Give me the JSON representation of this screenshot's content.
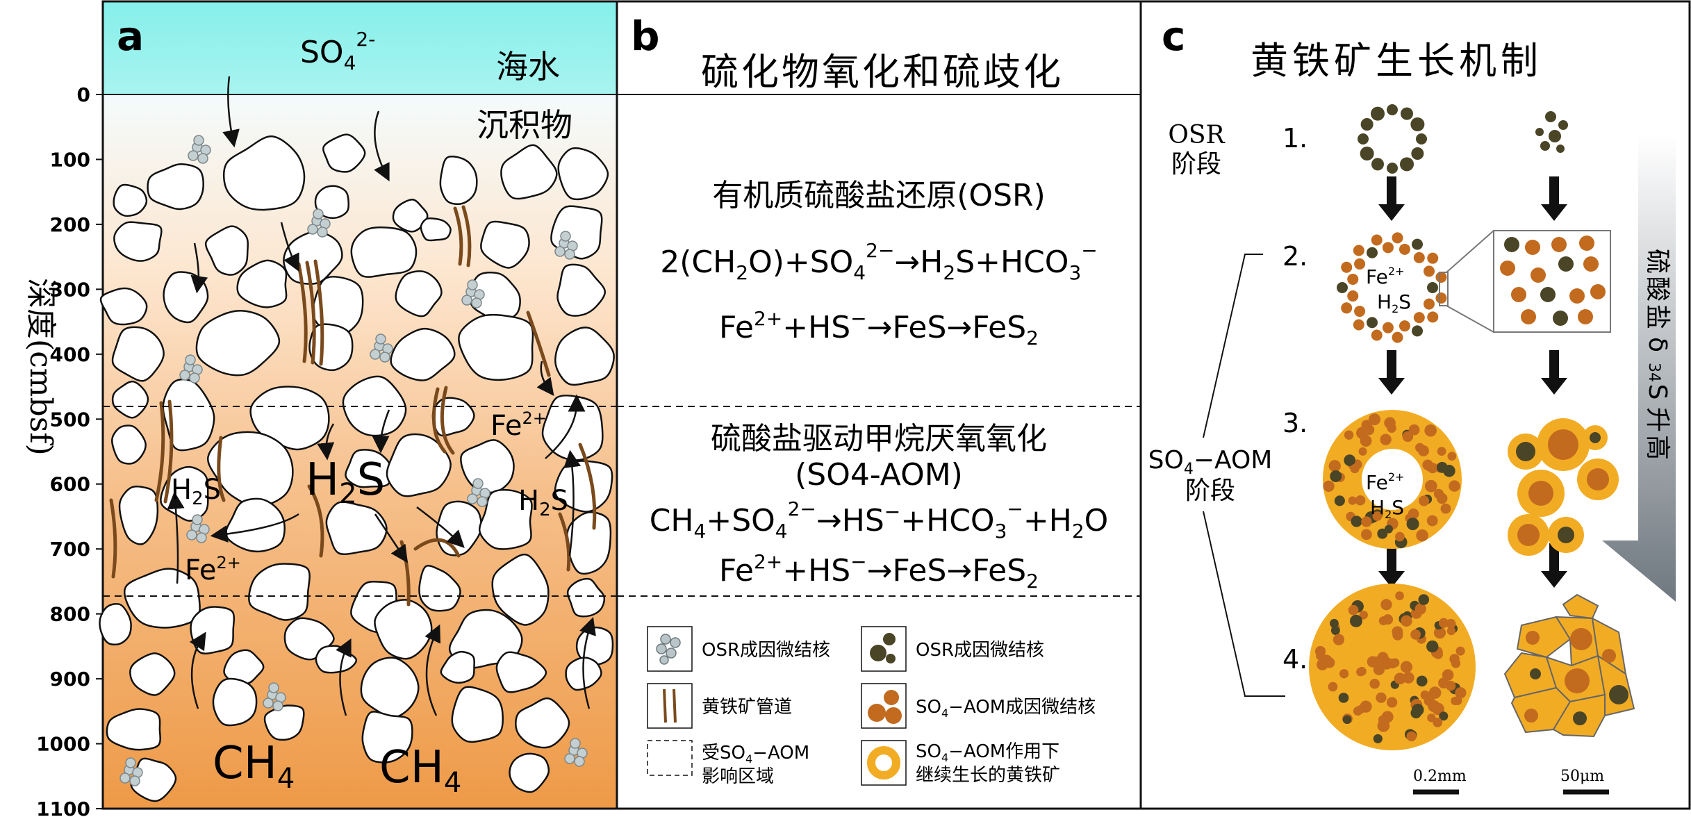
{
  "panel_a": {
    "letter": "a",
    "seawater_ion": "SO",
    "seawater_ion_sub": "4",
    "seawater_ion_sup": "2-",
    "seawater_label": "海水",
    "sediment_label": "沉积物",
    "y_axis_label": "深度(cmbsf)",
    "depth_ticks": [
      "0",
      "100",
      "200",
      "300",
      "400",
      "500",
      "600",
      "700",
      "800",
      "900",
      "1000",
      "1100"
    ],
    "h2s_labels": [
      "H",
      "H",
      "H"
    ],
    "h2s_sub": "2",
    "h2s_tail": "S",
    "fe_label": "Fe",
    "fe_sup": "2+",
    "ch4_main": "CH",
    "ch4_sub": "4"
  },
  "panel_b": {
    "letter": "b",
    "title": "硫化物氧化和硫歧化",
    "osr_title": "有机质硫酸盐还原(OSR)",
    "aom_title": "硫酸盐驱动甲烷厌氧氧化",
    "aom_subtitle": "(SO4-AOM)"
  },
  "panel_c": {
    "letter": "c",
    "title": "黄铁矿生长机制",
    "osr_stage": [
      "OSR",
      "阶段"
    ],
    "aom_stage": [
      "SO4-AOM",
      "阶段"
    ],
    "steps": [
      "1.",
      "2.",
      "3.",
      "4."
    ],
    "side_label_chars": [
      "硫",
      "酸",
      "盐",
      "δ",
      "34",
      "S",
      "升",
      "高"
    ],
    "scale_left": "0.2mm",
    "scale_right": "50μm"
  },
  "legend": {
    "items": [
      "OSR成因微结核",
      "OSR成因微结核",
      "黄铁矿管道",
      "SO4-AOM成因微结核",
      "受SO4-AOM影响区域",
      "SO4-AOM作用下继续生长的黄铁矿"
    ]
  },
  "colors": {
    "seawater": "#8ff0ec",
    "sediment_top": "#fdf3e8",
    "sediment_bottom": "#ee9a47",
    "pyrite_gold": "#f2ac24",
    "pyrite_brown": "#c26a1e",
    "osr_dark": "#4a4526",
    "tube_brown": "#7a4a1c",
    "grey_bar": "#8a9299"
  }
}
